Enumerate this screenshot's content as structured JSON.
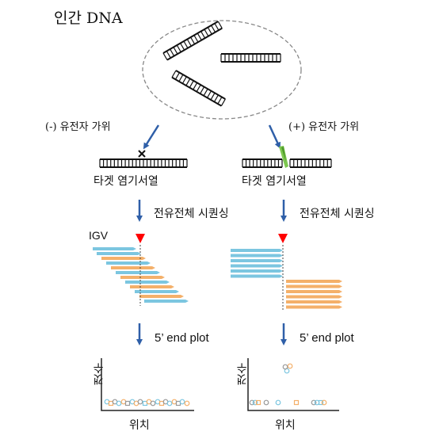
{
  "title": "인간 DNA",
  "left": {
    "condition_label": "(-) 유전자 가위",
    "target_label": "타겟 염기서열",
    "sequencing_label": "전유전체 시퀀싱",
    "viewer_label": "IGV",
    "plot_label": "5’ end plot",
    "y_axis_label": "갯수",
    "x_axis_label": "위치"
  },
  "right": {
    "condition_label": "(+) 유전자 가위",
    "target_label": "타겟 염기서열",
    "sequencing_label": "전유전체 시퀀싱",
    "plot_label": "5’ end plot",
    "y_axis_label": "갯수",
    "x_axis_label": "위치"
  },
  "colors": {
    "arrow": "#2f5fa8",
    "read_blue": "#7cc6e0",
    "read_orange": "#f4b06a",
    "marker": "#ff0000",
    "scissors": "#7ec850",
    "circle": "#999999"
  },
  "icons": [
    "x-mark-icon",
    "scissors-icon",
    "down-triangle-icon",
    "arrow-icon"
  ]
}
